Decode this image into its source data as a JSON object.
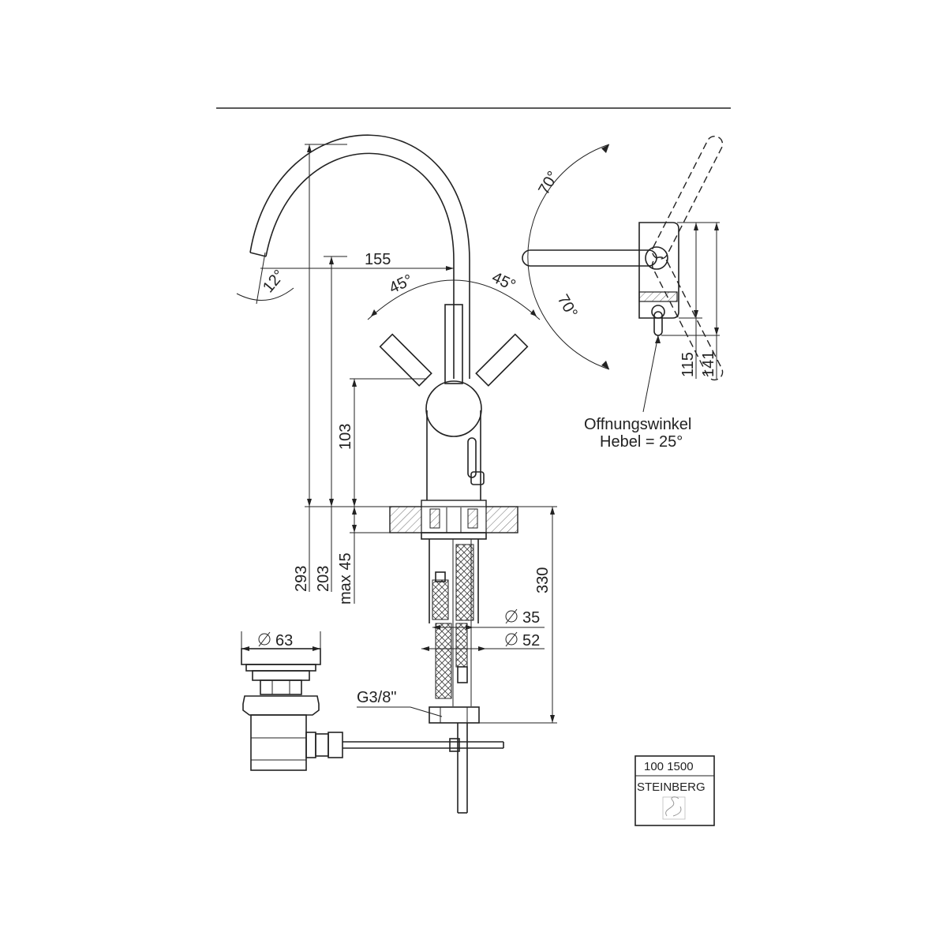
{
  "dimensions": {
    "reach": "155",
    "spout_angle": "12°",
    "lever_left_angle": "45°",
    "lever_right_angle": "45°",
    "top_angle": "70°",
    "bottom_angle": "70°",
    "height_293": "293",
    "height_203": "203",
    "deck_thickness": "max 45",
    "body_height": "103",
    "hose_length": "330",
    "diameter_35": "35",
    "diameter_52": "52",
    "diameter_63": "63",
    "thread": "G3/8\"",
    "side_115": "115",
    "side_141": "141"
  },
  "notes": {
    "opening_line1": "Offnungswinkel",
    "opening_line2": "Hebel = 25°"
  },
  "title_box": {
    "article_number": "100 1500",
    "brand": "STEINBERG",
    "logo_icon": "steinberg-logo-icon"
  }
}
